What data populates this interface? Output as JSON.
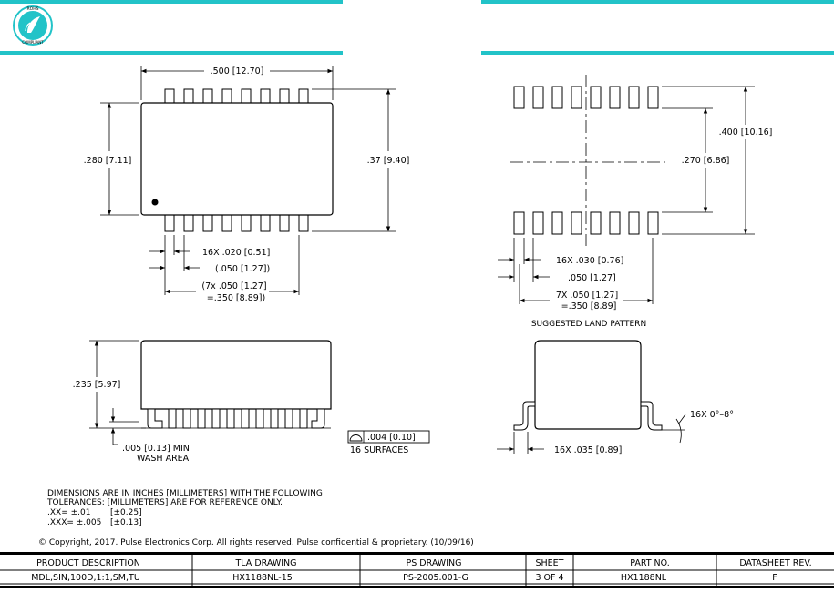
{
  "header": {
    "accent_color": "#22c3c8",
    "logo_text_top": "ROHS",
    "logo_text_bottom": "COMPLIANT"
  },
  "top_view": {
    "width_dim": ".500 [12.70]",
    "height_dim": ".280 [7.11]",
    "span_dim": ".37 [9.40]",
    "pin_width_dim": "16X .020 [0.51]",
    "pitch_dim": "(.050 [1.27])",
    "total_pitch_dim_line1": "(7x .050 [1.27]",
    "total_pitch_dim_line2": "=.350 [8.89])"
  },
  "land_pattern": {
    "span_dim": ".400 [10.16]",
    "inner_dim": ".270 [6.86]",
    "pad_width_dim": "16X .030 [0.76]",
    "pitch_dim": ".050 [1.27]",
    "total_pitch_dim_line1": "7X .050 [1.27]",
    "total_pitch_dim_line2": "=.350 [8.89]",
    "caption": "SUGGESTED LAND PATTERN"
  },
  "side_view": {
    "height_dim": ".235 [5.97]",
    "wash_line1": ".005 [0.13] MIN",
    "wash_line2": "WASH AREA",
    "flatness_value": ".004 [0.10]",
    "flatness_label": "16 SURFACES"
  },
  "end_view": {
    "angle_dim": "16X 0°–8°",
    "foot_dim": "16X .035 [0.89]"
  },
  "notes": {
    "line1": "DIMENSIONS ARE IN INCHES [MILLIMETERS] WITH THE FOLLOWING",
    "line2": "TOLERANCES:   [MILLIMETERS] ARE FOR REFERENCE ONLY.",
    "line3a": ".XX= ±.01",
    "line3b": "[±0.25]",
    "line4a": ".XXX= ±.005",
    "line4b": "[±0.13]",
    "copyright": "© Copyright, 2017. Pulse Electronics Corp. All rights reserved. Pulse confidential & proprietary. (10/09/16)"
  },
  "title_block": {
    "headers": [
      "PRODUCT DESCRIPTION",
      "TLA DRAWING",
      "PS DRAWING",
      "SHEET",
      "PART NO.",
      "DATASHEET REV."
    ],
    "values": [
      "MDL,SIN,100D,1:1,SM,TU",
      "HX1188NL-15",
      "PS-2005.001-G",
      "3 OF 4",
      "HX1188NL",
      "F"
    ]
  }
}
